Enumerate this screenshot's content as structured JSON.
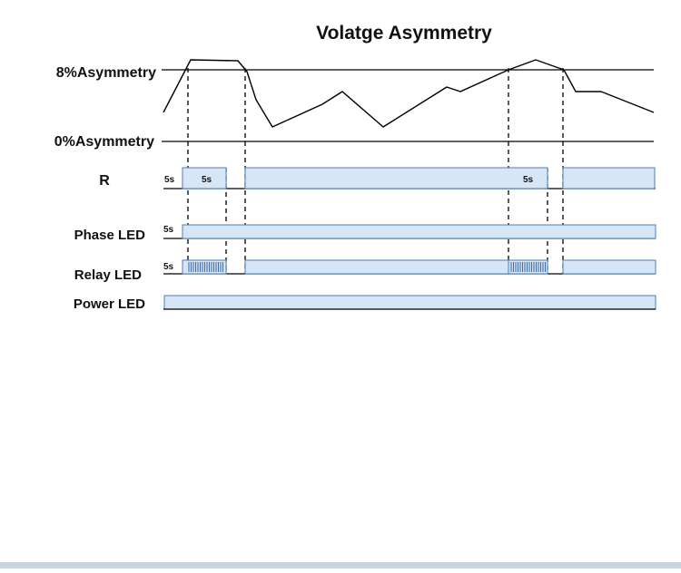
{
  "title": "Volatge Asymmetry",
  "levels": {
    "upper": "8%Asymmetry",
    "lower": "0%Asymmetry"
  },
  "rows": [
    {
      "id": "r",
      "label": "R"
    },
    {
      "id": "phase",
      "label": "Phase LED"
    },
    {
      "id": "relay",
      "label": "Relay LED"
    },
    {
      "id": "power",
      "label": "Power LED"
    }
  ],
  "delays": {
    "r_row_start": "5s",
    "r_row_first_gap": "5s",
    "r_row_second_gap": "5s",
    "phase_row_start": "5s",
    "relay_row_start": "5s"
  },
  "colors": {
    "signal_fill": "#d6e6f7",
    "signal_stroke": "#4a7fb5",
    "blink": "#3f6ea8",
    "line": "#000000",
    "bottom_bar": "#c9d3dd"
  }
}
